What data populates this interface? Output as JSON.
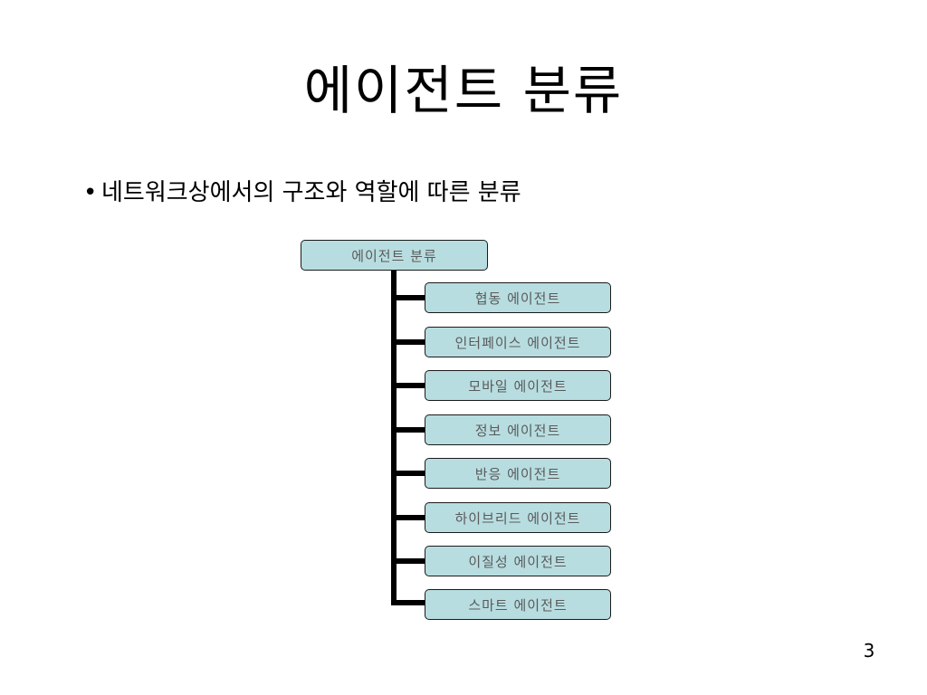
{
  "slide": {
    "title": "에이전트 분류",
    "bullet": "네트워크상에서의 구조와 역할에 따른 분류",
    "bullet_marker": "•",
    "page_number": "3"
  },
  "diagram": {
    "root": "에이전트 분류",
    "children": [
      "협동 에이전트",
      "인터페이스 에이전트",
      "모바일 에이전트",
      "정보 에이전트",
      "반응 에이전트",
      "하이브리드 에이전트",
      "이질성 에이전트",
      "스마트 에이전트"
    ],
    "colors": {
      "box_fill": "#b8dde0",
      "box_border": "#1a1a1a",
      "box_text": "#5a5a5a",
      "connector": "#000000"
    }
  }
}
